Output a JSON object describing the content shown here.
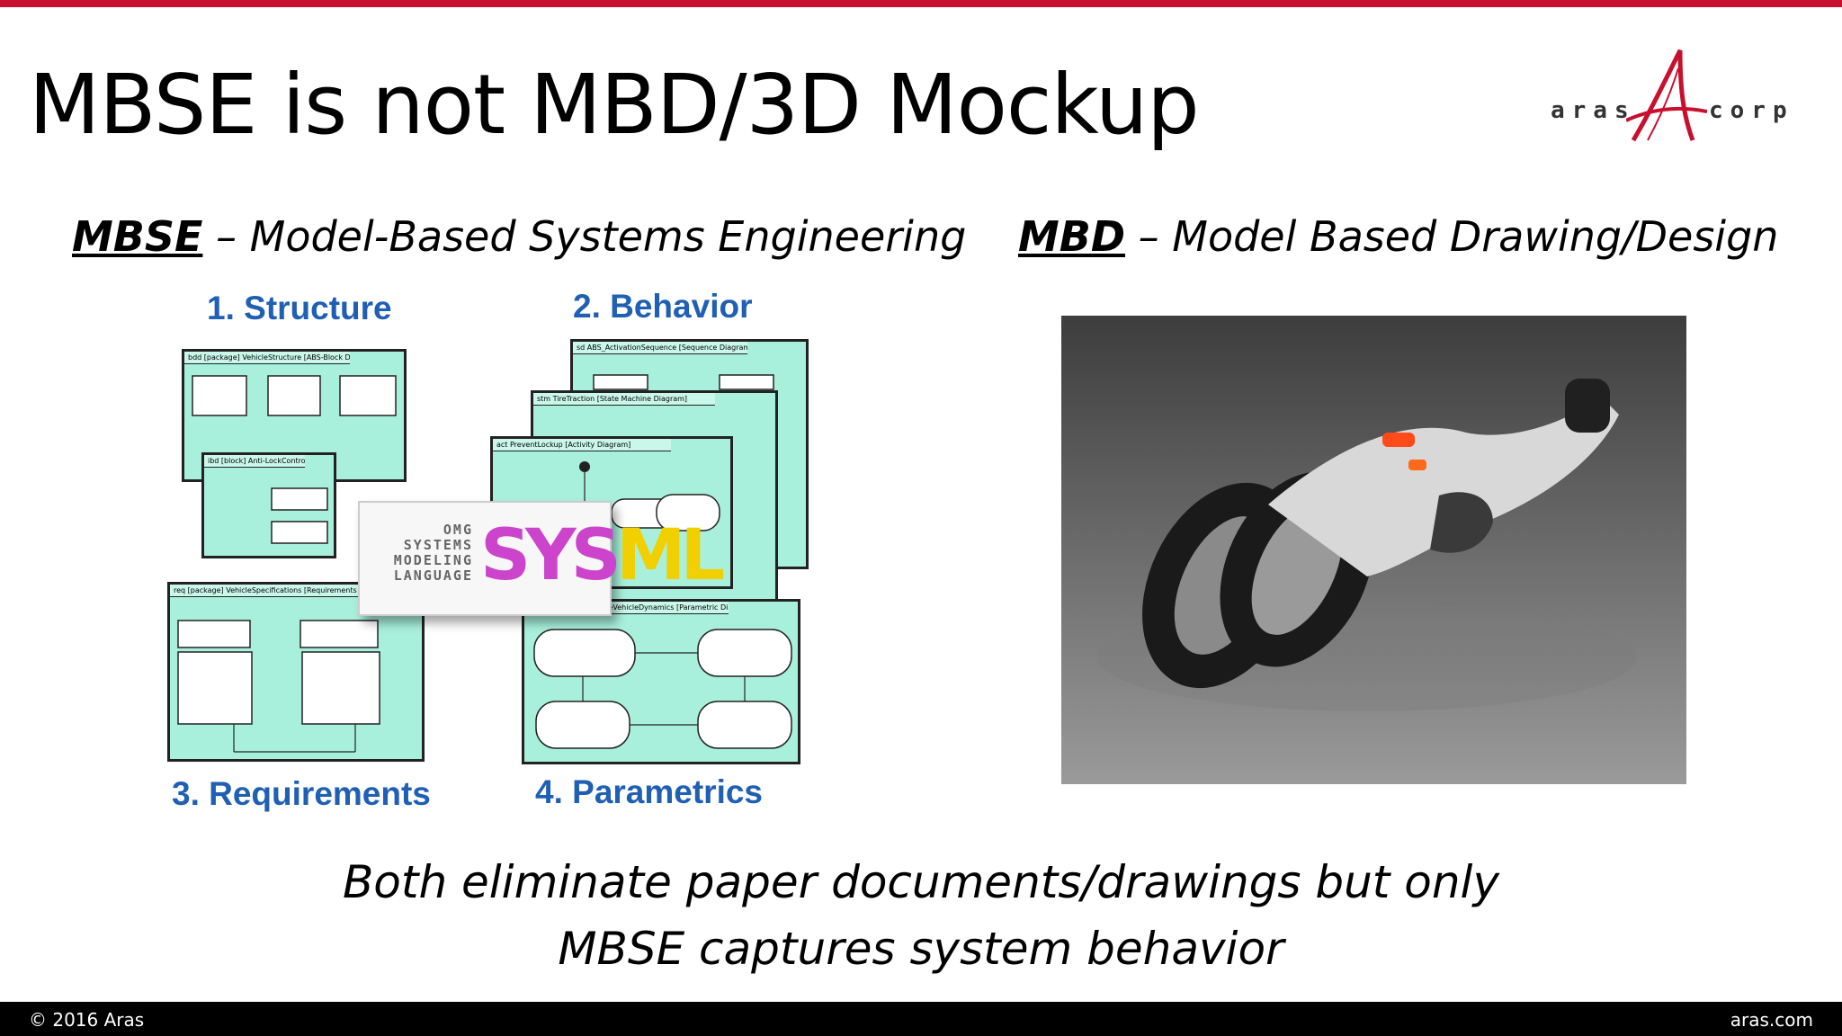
{
  "slide": {
    "title": "MBSE is not MBD/3D Mockup",
    "logo": {
      "left_word": "aras",
      "right_word": "corp"
    },
    "left_heading": {
      "abbr": "MBSE",
      "rest": " – Model-Based Systems Engineering"
    },
    "right_heading": {
      "abbr": "MBD",
      "rest": " – Model Based Drawing/Design"
    },
    "panels": {
      "structure": "1. Structure",
      "behavior": "2. Behavior",
      "requirements": "3. Requirements",
      "parametrics": "4. Parametrics"
    },
    "diagram_headers": {
      "bdd": "bdd [package] VehicleStructure [ABS-Block Definition Diagram]",
      "ibd": "ibd [block] Anti-LockController [Internal Block Diagram]",
      "sd": "sd ABS_ActivationSequence [Sequence Diagram]",
      "stm": "stm TireTraction [State Machine Diagram]",
      "act": "act PreventLockup [Activity Diagram]",
      "req": "req [package] VehicleSpecifications [Requirements Diagram-Braking Requirements]",
      "par": "par [block] StraightLineVehicleDynamics [Parametric Diagram]"
    },
    "sysml_logo": {
      "text": "OMG SYSTEMS MODELING LANGUAGE",
      "mark_a": "SYS",
      "mark_b": "ML"
    },
    "bottom_line1": "Both eliminate paper documents/drawings but only",
    "bottom_line2": "MBSE captures system behavior",
    "footer_left": "© 2016 Aras",
    "footer_right": "aras.com"
  }
}
